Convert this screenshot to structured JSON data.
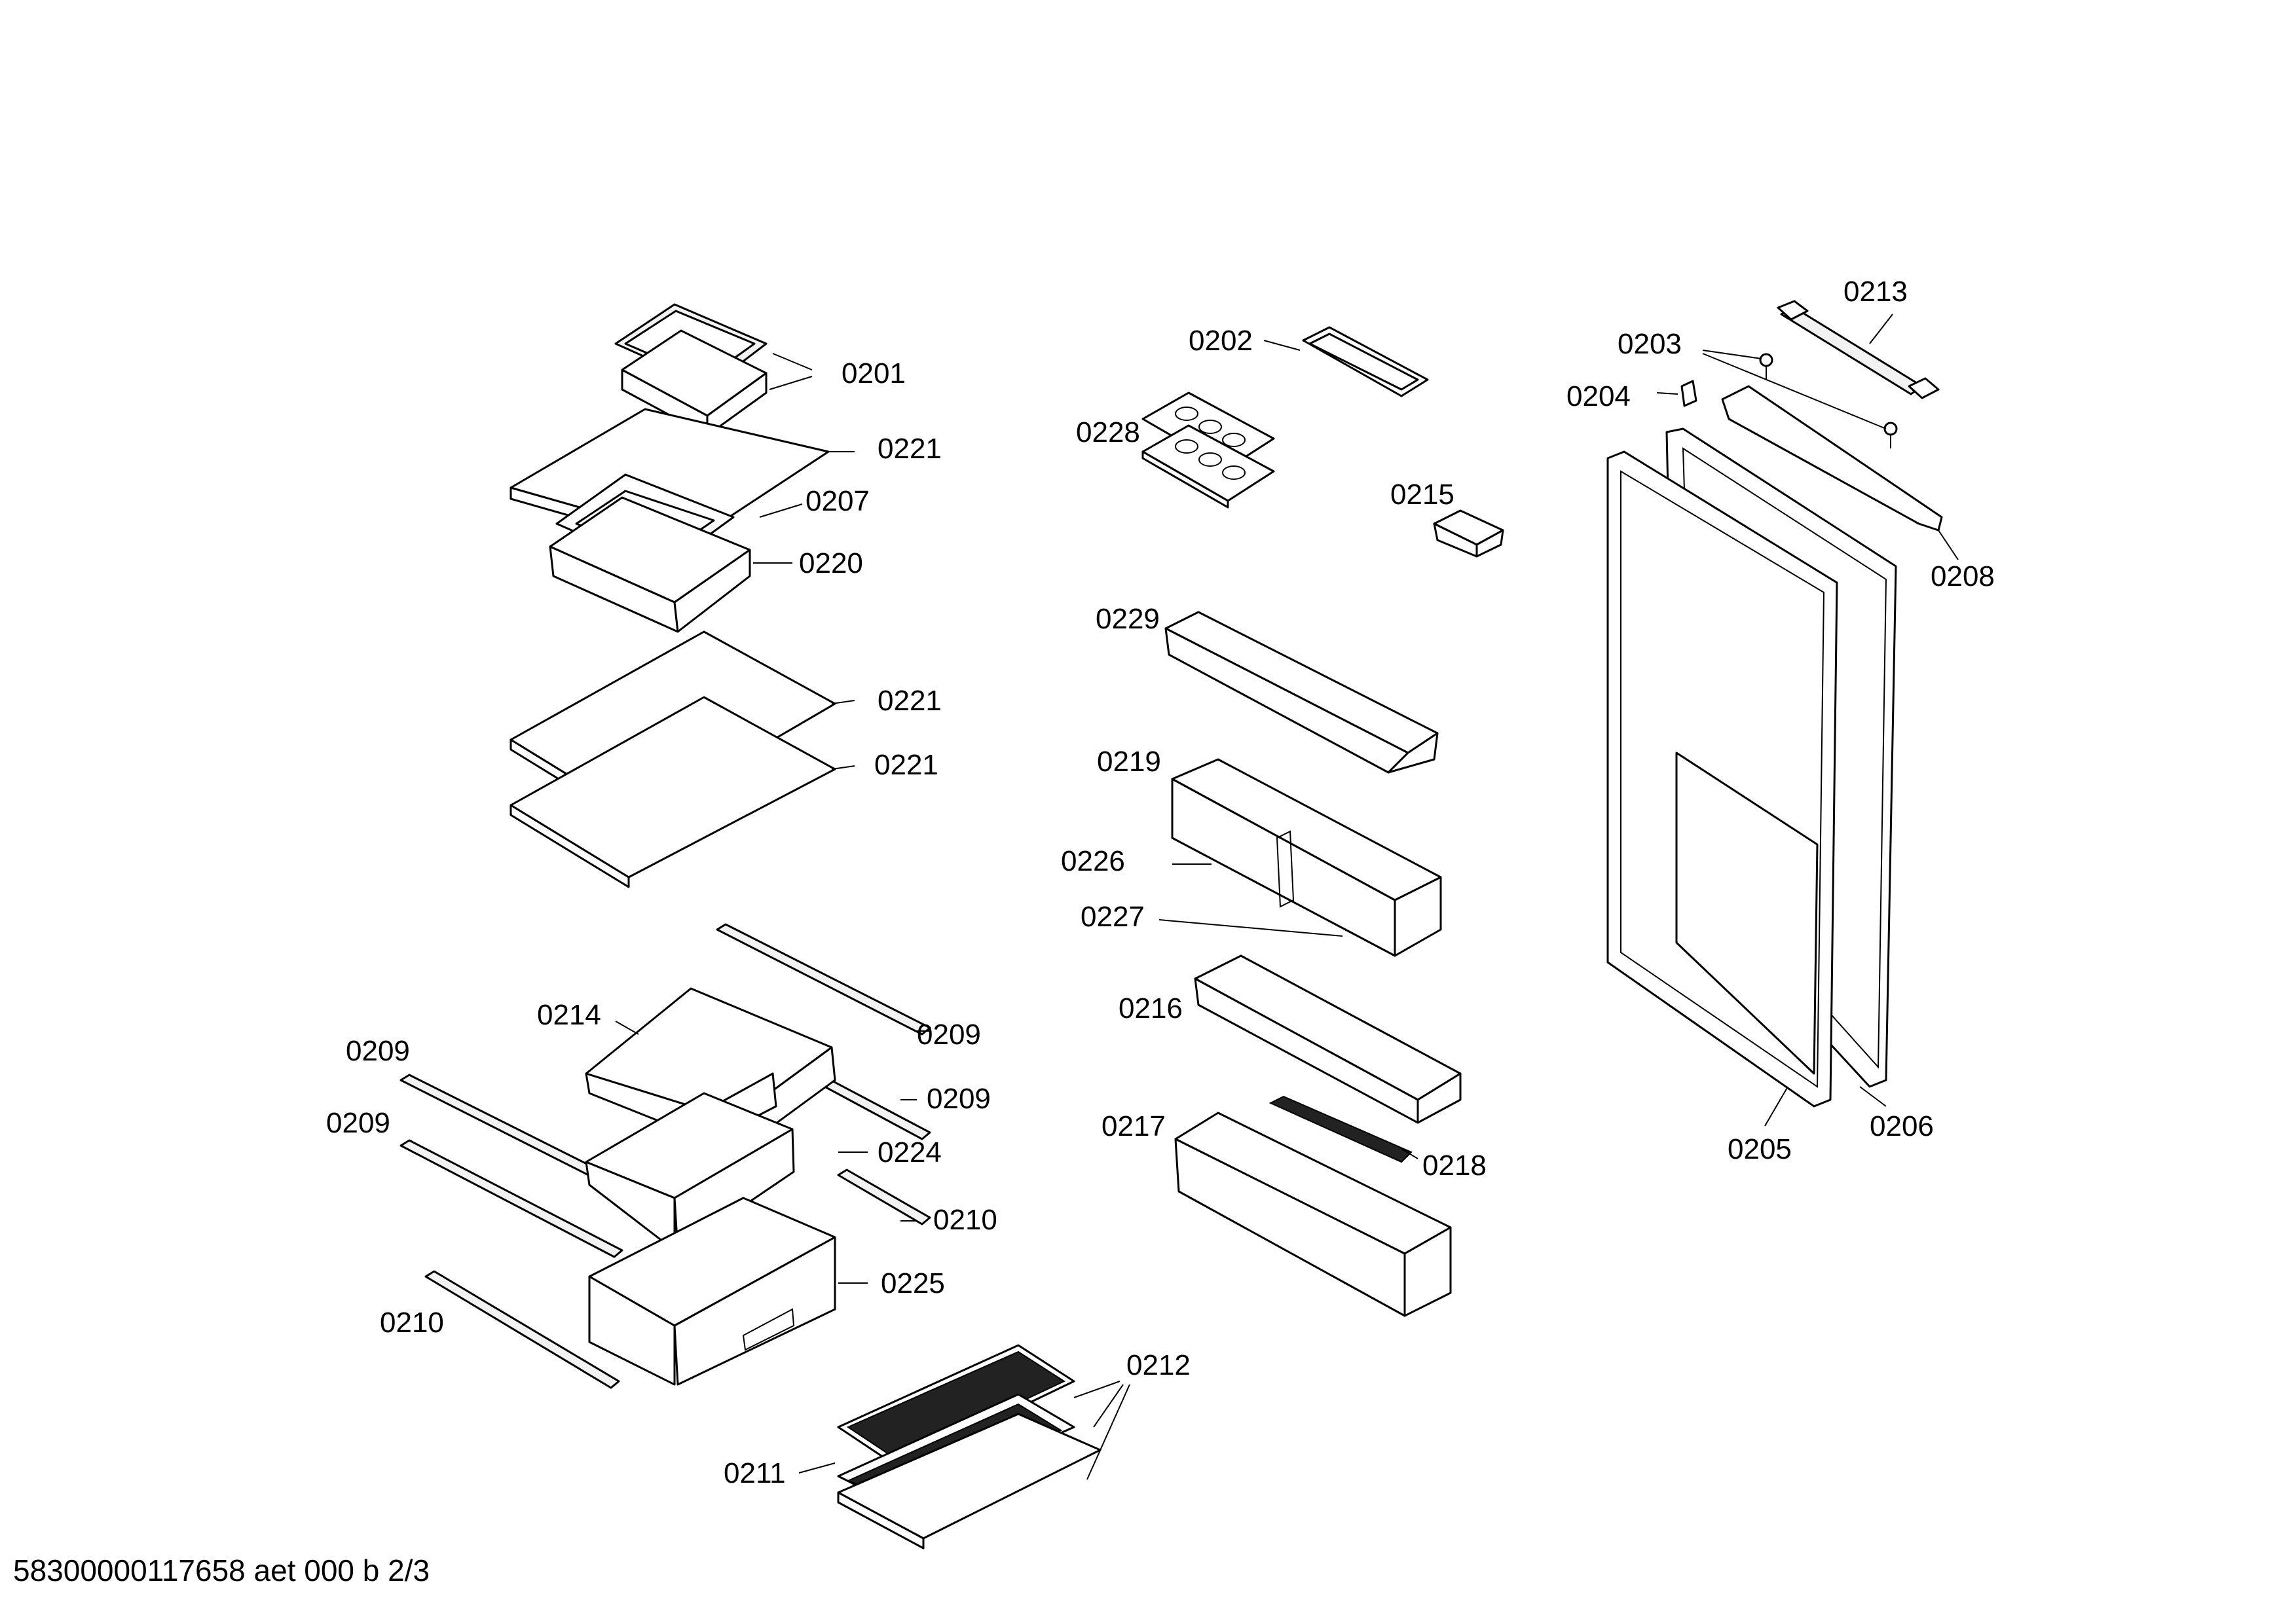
{
  "callouts": {
    "p0201": "0201",
    "p0221a": "0221",
    "p0207": "0207",
    "p0220": "0220",
    "p0221b": "0221",
    "p0221c": "0221",
    "p0214": "0214",
    "p0209a": "0209",
    "p0209b": "0209",
    "p0209c": "0209",
    "p0209d": "0209",
    "p0224": "0224",
    "p0210a": "0210",
    "p0210b": "0210",
    "p0225": "0225",
    "p0202": "0202",
    "p0228": "0228",
    "p0215": "0215",
    "p0229": "0229",
    "p0219": "0219",
    "p0226": "0226",
    "p0227": "0227",
    "p0216": "0216",
    "p0217": "0217",
    "p0218": "0218",
    "p0212": "0212",
    "p0211": "0211",
    "p0213": "0213",
    "p0203": "0203",
    "p0204": "0204",
    "p0208": "0208",
    "p0205": "0205",
    "p0206": "0206"
  },
  "footer": "58300000117658 aet 000 b 2/3"
}
